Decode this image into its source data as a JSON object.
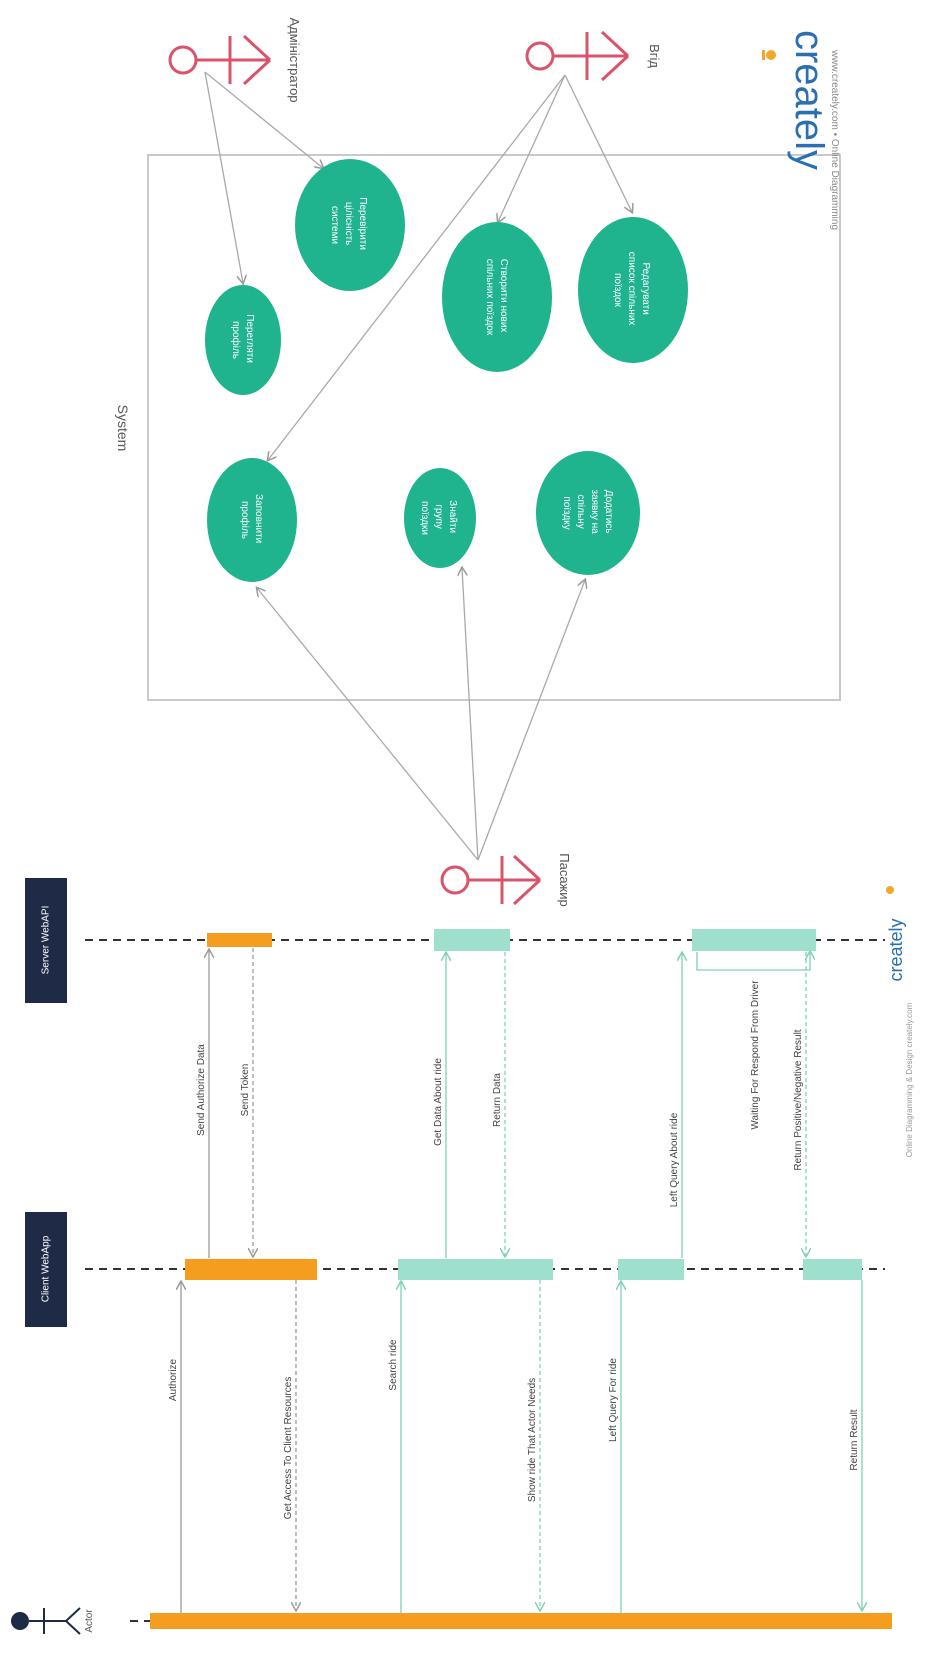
{
  "use_case": {
    "system_label": "System",
    "brand_word": "creately",
    "brand_url": "www.creately.com • Online Diagramming",
    "actors": {
      "admin": "Адміністратор",
      "guide": "Вгід",
      "passenger": "Пасажир"
    },
    "use_cases": {
      "uc1": [
        "Перегляти",
        "профіль"
      ],
      "uc2": [
        "Перевірити",
        "цілісність",
        "системи"
      ],
      "uc3": [
        "Створити нових",
        "спільних поїздок"
      ],
      "uc4": [
        "Редагувати",
        "список спільних",
        "поїздок"
      ],
      "uc5": [
        "Заповнити",
        "профіль"
      ],
      "uc6": [
        "Знайти",
        "групу",
        "поїздки"
      ],
      "uc7": [
        "Додатись",
        "заявку на",
        "спільну",
        "поїздку"
      ]
    }
  },
  "sequence": {
    "lifelines": {
      "actor": "Actor",
      "client": "Client WebApp",
      "server": "Server WebAPI"
    },
    "messages": {
      "authorize": "Authorize",
      "get_access": "Get Access To Client Resources",
      "send_auth": "Send Authorize Data",
      "send_token": "Send Token",
      "search": "Search  ride",
      "show": "Show  ride That Actor Needs",
      "get_data": "Get Data About  ride",
      "return_data": "Return Data",
      "left_query_for": "Left Query For  ride",
      "left_query_about": "Left Query About  ride",
      "waiting": "Waiting For Respond From Driver",
      "return_pos_neg": "Return Positive/Negative Result",
      "return_result": "Return Result"
    },
    "footer_brand": "creately",
    "footer_text": "Online Diagramming & Design  creately.com"
  },
  "colors": {
    "teal": "#1fb38e",
    "teal_light": "#9ee0cd",
    "orange": "#f59d1e",
    "navy": "#1e2a46",
    "actor_red": "#d9546a",
    "line_gray": "#a9a9a9",
    "brand_blue": "#2a6fb2",
    "brand_orange": "#f0a92a"
  }
}
